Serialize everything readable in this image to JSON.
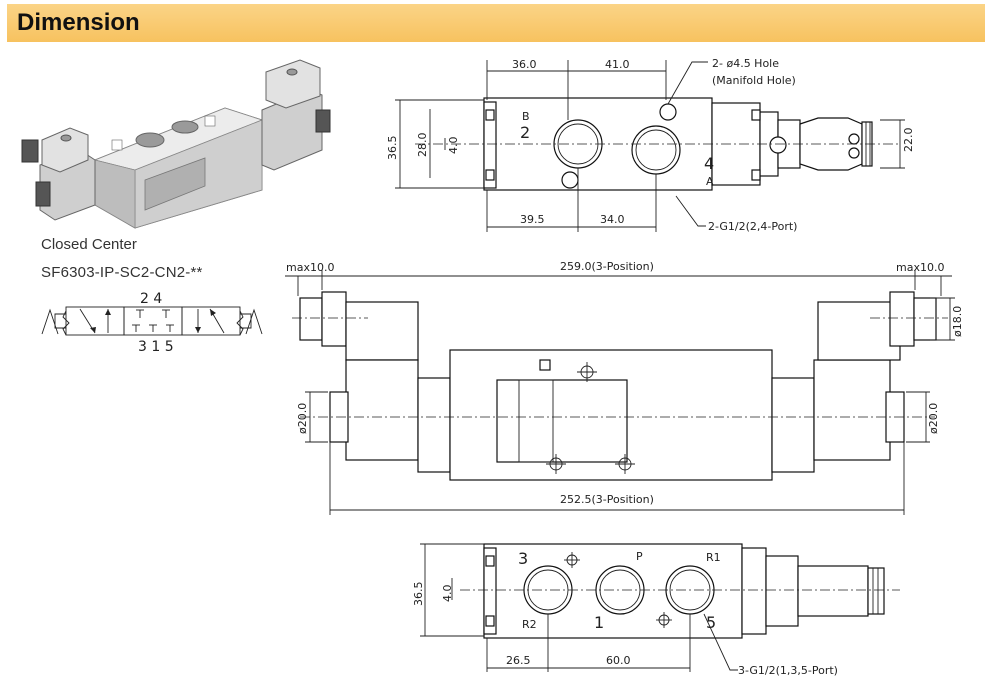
{
  "header": {
    "title": "Dimension",
    "bar_color": "#f9c96e"
  },
  "symbol": {
    "label": "Closed Center",
    "model_code": "SF6303-IP-SC2-CN2-**",
    "top_ports": "2 4",
    "bottom_ports": "3 1 5"
  },
  "top_view": {
    "dim_36": "36.0",
    "dim_41": "41.0",
    "manifold_hole": "2- ø4.5 Hole",
    "manifold_hole_sub": "(Manifold Hole)",
    "dim_36_5": "36.5",
    "dim_28": "28.0",
    "dim_4": "4.0",
    "port_b": "B",
    "port_2": "2",
    "port_4": "4",
    "port_a": "A",
    "dim_22": "22.0",
    "dim_39_5": "39.5",
    "dim_34": "34.0",
    "port_note": "2-G1/2(2,4-Port)"
  },
  "front_view": {
    "max_left": "max10.0",
    "overall": "259.0(3-Position)",
    "max_right": "max10.0",
    "dia_18": "ø18.0",
    "dia_20_left": "ø20.0",
    "dia_20_right": "ø20.0",
    "body_len": "252.5(3-Position)"
  },
  "bottom_view": {
    "port_3": "3",
    "port_p": "P",
    "port_r1": "R1",
    "dim_36_5": "36.5",
    "dim_4": "4.0",
    "port_r2": "R2",
    "port_1": "1",
    "port_5": "5",
    "dim_26_5": "26.5",
    "dim_60": "60.0",
    "port_note": "3-G1/2(1,3,5-Port)"
  }
}
